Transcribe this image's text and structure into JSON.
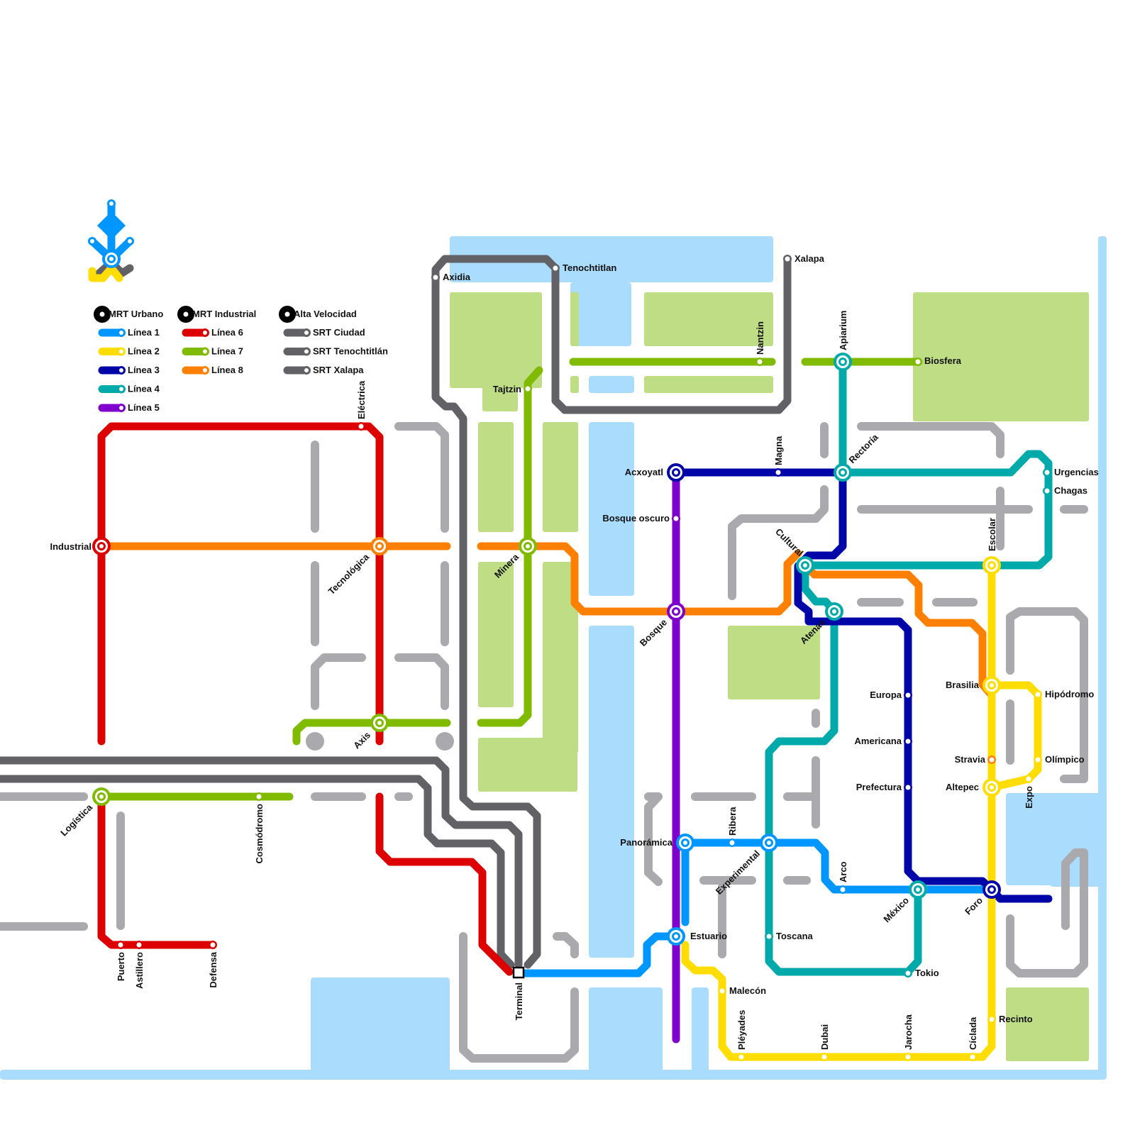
{
  "colors": {
    "water": "#aadcfe",
    "park": "#bedd84",
    "street": "#aaaaae",
    "linea1": "#0096ff",
    "linea2": "#ffdd00",
    "linea3": "#0005a8",
    "linea4": "#00aaaa",
    "linea5": "#7f00cc",
    "linea6": "#dd0000",
    "linea7": "#80bb00",
    "linea8": "#ff8000",
    "srt": "#616166"
  },
  "logo": {
    "icon": "transit-system-logo"
  },
  "legend": {
    "groups": [
      {
        "title": "MRT Urbano",
        "items": [
          {
            "label": "Línea 1",
            "color": "#0096ff"
          },
          {
            "label": "Línea 2",
            "color": "#ffdd00"
          },
          {
            "label": "Línea 3",
            "color": "#0005a8"
          },
          {
            "label": "Línea 4",
            "color": "#00aaaa"
          },
          {
            "label": "Línea 5",
            "color": "#7f00cc"
          }
        ]
      },
      {
        "title": "MRT Industrial",
        "items": [
          {
            "label": "Línea 6",
            "color": "#dd0000"
          },
          {
            "label": "Línea 7",
            "color": "#80bb00"
          },
          {
            "label": "Línea 8",
            "color": "#ff8000"
          }
        ]
      },
      {
        "title": "Alta Velocidad",
        "items": [
          {
            "label": "SRT Ciudad",
            "color": "#616166"
          },
          {
            "label": "SRT Tenochtitlán",
            "color": "#616166"
          },
          {
            "label": "SRT Xalapa",
            "color": "#616166"
          }
        ]
      }
    ]
  },
  "stations": [
    {
      "name": "Industrial",
      "interchange": true
    },
    {
      "name": "Eléctrica",
      "interchange": false
    },
    {
      "name": "Tecnológica",
      "interchange": true
    },
    {
      "name": "Axis",
      "interchange": true
    },
    {
      "name": "Logística",
      "interchange": true
    },
    {
      "name": "Puerto",
      "interchange": false
    },
    {
      "name": "Astillero",
      "interchange": false
    },
    {
      "name": "Defensa",
      "interchange": false
    },
    {
      "name": "Cosmódromo",
      "interchange": false
    },
    {
      "name": "Minera",
      "interchange": true
    },
    {
      "name": "Tajtzin",
      "interchange": false
    },
    {
      "name": "Nantzin",
      "interchange": false
    },
    {
      "name": "Apiarium",
      "interchange": true
    },
    {
      "name": "Biosfera",
      "interchange": false
    },
    {
      "name": "Axidia",
      "interchange": false
    },
    {
      "name": "Tenochtitlan",
      "interchange": false
    },
    {
      "name": "Xalapa",
      "interchange": false
    },
    {
      "name": "Acxoyatl",
      "interchange": true
    },
    {
      "name": "Magna",
      "interchange": false
    },
    {
      "name": "Rectoría",
      "interchange": true
    },
    {
      "name": "Bosque oscuro",
      "interchange": false
    },
    {
      "name": "Bosque",
      "interchange": true
    },
    {
      "name": "Cultural",
      "interchange": true
    },
    {
      "name": "Atenas",
      "interchange": true
    },
    {
      "name": "Urgencias",
      "interchange": false
    },
    {
      "name": "Chagas",
      "interchange": false
    },
    {
      "name": "Escolar",
      "interchange": true
    },
    {
      "name": "Europa",
      "interchange": false
    },
    {
      "name": "Americana",
      "interchange": false
    },
    {
      "name": "Prefectura",
      "interchange": false
    },
    {
      "name": "Brasilia",
      "interchange": true
    },
    {
      "name": "Hipódromo",
      "interchange": false
    },
    {
      "name": "Stravia",
      "interchange": false
    },
    {
      "name": "Olímpico",
      "interchange": false
    },
    {
      "name": "Altepec",
      "interchange": true
    },
    {
      "name": "Expo",
      "interchange": false
    },
    {
      "name": "Panorámica",
      "interchange": true
    },
    {
      "name": "Ribera",
      "interchange": false
    },
    {
      "name": "Experimental",
      "interchange": true
    },
    {
      "name": "Arco",
      "interchange": false
    },
    {
      "name": "México",
      "interchange": true
    },
    {
      "name": "Foro",
      "interchange": true
    },
    {
      "name": "Estuario",
      "interchange": true
    },
    {
      "name": "Toscana",
      "interchange": false
    },
    {
      "name": "Tokio",
      "interchange": false
    },
    {
      "name": "Malecón",
      "interchange": false
    },
    {
      "name": "Pléyades",
      "interchange": false
    },
    {
      "name": "Dubai",
      "interchange": false
    },
    {
      "name": "Jarocha",
      "interchange": false
    },
    {
      "name": "Cíclada",
      "interchange": false
    },
    {
      "name": "Recinto",
      "interchange": false
    },
    {
      "name": "Terminal",
      "interchange": true
    }
  ]
}
